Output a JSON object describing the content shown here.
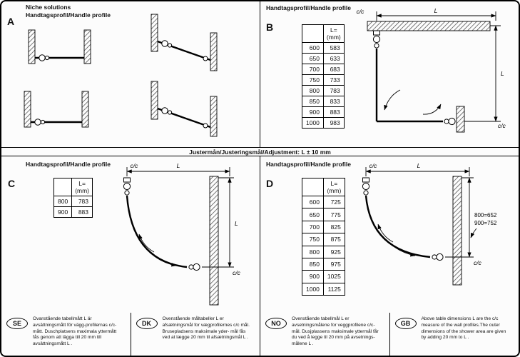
{
  "page": {
    "adjustment_text": "Justermån/Justeringsmål/Adjustment: L ± 10 mm"
  },
  "panels": {
    "a": {
      "title": "Niche solutions",
      "subtitle": "Handtagsprofil/Handle profile",
      "letter": "A"
    },
    "b": {
      "title": "Handtagsprofil/Handle profile",
      "letter": "B",
      "table": {
        "header": "L=",
        "header_unit": "(mm)",
        "rows": [
          {
            "size": "600",
            "l": "583"
          },
          {
            "size": "650",
            "l": "633"
          },
          {
            "size": "700",
            "l": "683"
          },
          {
            "size": "750",
            "l": "733"
          },
          {
            "size": "800",
            "l": "783"
          },
          {
            "size": "850",
            "l": "833"
          },
          {
            "size": "900",
            "l": "883"
          },
          {
            "size": "1000",
            "l": "983"
          }
        ]
      },
      "labels": {
        "cc_top": "c/c",
        "l_top": "L",
        "l_side": "L",
        "cc_side": "c/c"
      }
    },
    "c": {
      "title": "Handtagsprofil/Handle profile",
      "letter": "C",
      "table": {
        "header": "L=",
        "header_unit": "(mm)",
        "rows": [
          {
            "size": "800",
            "l": "783"
          },
          {
            "size": "900",
            "l": "883"
          }
        ]
      },
      "labels": {
        "cc_top": "c/c",
        "l_top": "L",
        "l_side": "L",
        "cc_side": "c/c"
      }
    },
    "d": {
      "title": "Handtagsprofil/Handle profile",
      "letter": "D",
      "table": {
        "header": "L=",
        "header_unit": "(mm)",
        "rows": [
          {
            "size": "600",
            "l": "725"
          },
          {
            "size": "650",
            "l": "775"
          },
          {
            "size": "700",
            "l": "825"
          },
          {
            "size": "750",
            "l": "875"
          },
          {
            "size": "800",
            "l": "925"
          },
          {
            "size": "850",
            "l": "975"
          },
          {
            "size": "900",
            "l": "1025"
          },
          {
            "size": "1000",
            "l": "1125"
          }
        ]
      },
      "labels": {
        "cc_top": "c/c",
        "l_top": "L",
        "cc_side": "c/c",
        "note_1": "800=652",
        "note_2": "900=752"
      }
    }
  },
  "footer": {
    "notes": [
      {
        "lang": "SE",
        "text": "Ovanstående tabellmått L är avsättningsmått för vägg-profilernas c/c-mått. Duschplatsens maximala yttermått fås genom att lägga till 20 mm till avsättningsmått L ."
      },
      {
        "lang": "DK",
        "text": "Ovenstående måltabeller L er afsætningsmål for vægprofilernes c/c mål. Brusepladsens maksimale yder- mål fås ved at lægge 20 mm til afsætningsmål L ."
      },
      {
        "lang": "NO",
        "text": "Ovenstående tabellmål L er avsetningsmålene for veggprofilene c/c- mål. Dusjplassens maksimale yttermål får du ved å legge til 20 mm på avsetnings-målene L ."
      },
      {
        "lang": "GB",
        "text": "Above table dimensions L are the c/c measure of the wall profiles.The outer dimensions of the shower area are given by adding 20 mm to L ."
      }
    ]
  }
}
